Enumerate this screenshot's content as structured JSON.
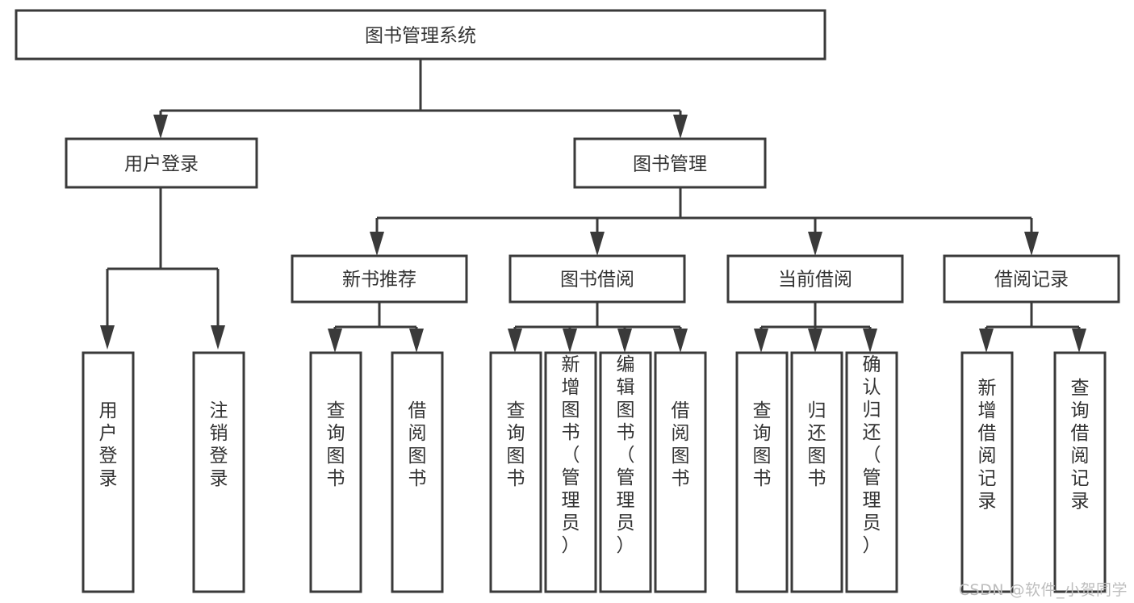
{
  "diagram": {
    "title": "图书管理系统",
    "type": "hierarchy-tree",
    "levels": 4,
    "colors": {
      "box_stroke": "#3a3a3a",
      "box_fill": "#ffffff",
      "text": "#333333",
      "background": "#ffffff",
      "watermark": "#bdbdbd"
    },
    "root": {
      "label": "图书管理系统"
    },
    "level2": [
      {
        "label": "用户登录"
      },
      {
        "label": "图书管理"
      }
    ],
    "level3": [
      {
        "label": "新书推荐"
      },
      {
        "label": "图书借阅"
      },
      {
        "label": "当前借阅"
      },
      {
        "label": "借阅记录"
      }
    ],
    "leaves": {
      "user_login": [
        {
          "label": "用户登录"
        },
        {
          "label": "注销登录"
        }
      ],
      "new_book_recommend": [
        {
          "label": "查询图书"
        },
        {
          "label": "借阅图书"
        }
      ],
      "book_borrow": [
        {
          "label": "查询图书"
        },
        {
          "label": "新增图书（管理员）"
        },
        {
          "label": "编辑图书（管理员）"
        },
        {
          "label": "借阅图书"
        }
      ],
      "current_borrow": [
        {
          "label": "查询图书"
        },
        {
          "label": "归还图书"
        },
        {
          "label": "确认归还（管理员）"
        }
      ],
      "borrow_record": [
        {
          "label": "新增借阅记录"
        },
        {
          "label": "查询借阅记录"
        }
      ]
    }
  },
  "watermark": {
    "text": "CSDN @软件_小贺同学"
  }
}
